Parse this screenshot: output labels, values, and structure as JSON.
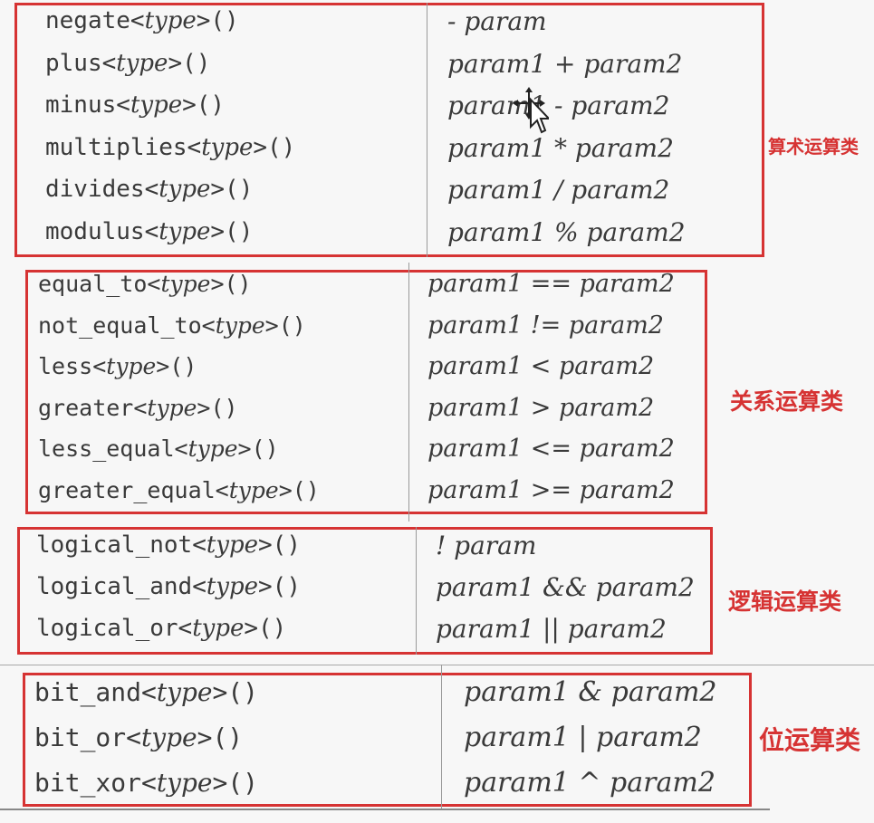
{
  "sections": [
    {
      "id": "arithmetic",
      "label": "算术运算类",
      "rows": [
        {
          "name": "negate",
          "type": "type",
          "suffix": ">()",
          "expr": "- param"
        },
        {
          "name": "plus",
          "type": "type",
          "suffix": ">()",
          "expr": "param1 + param2"
        },
        {
          "name": "minus",
          "type": "type",
          "suffix": ">()",
          "expr": "param1 - param2"
        },
        {
          "name": "multiplies",
          "type": "type",
          "suffix": ">()",
          "expr": "param1 * param2"
        },
        {
          "name": "divides",
          "type": "type",
          "suffix": ">()",
          "expr": "param1 / param2"
        },
        {
          "name": "modulus",
          "type": "type",
          "suffix": ">()",
          "expr": "param1 % param2"
        }
      ]
    },
    {
      "id": "relational",
      "label": "关系运算类",
      "rows": [
        {
          "name": "equal_to",
          "type": "type",
          "suffix": ">()",
          "expr": "param1 == param2"
        },
        {
          "name": "not_equal_to",
          "type": "type",
          "suffix": ">()",
          "expr": "param1 != param2"
        },
        {
          "name": "less",
          "type": "type",
          "suffix": ">()",
          "expr": "param1 < param2"
        },
        {
          "name": "greater",
          "type": "type",
          "suffix": ">()",
          "expr": "param1 > param2"
        },
        {
          "name": "less_equal",
          "type": "type",
          "suffix": ">()",
          "expr": "param1 <= param2"
        },
        {
          "name": "greater_equal",
          "type": "type",
          "suffix": ">()",
          "expr": "param1 >= param2"
        }
      ]
    },
    {
      "id": "logical",
      "label": "逻辑运算类",
      "rows": [
        {
          "name": "logical_not",
          "type": "type",
          "suffix": ">()",
          "expr": "! param"
        },
        {
          "name": "logical_and",
          "type": "type",
          "suffix": ">()",
          "expr": "param1 && param2"
        },
        {
          "name": "logical_or",
          "type": "type",
          "suffix": ">()",
          "expr": "param1 || param2"
        }
      ]
    },
    {
      "id": "bitwise",
      "label": "位运算类",
      "rows": [
        {
          "name": "bit_and",
          "type": "type",
          "suffix": ">()",
          "expr": "param1 & param2"
        },
        {
          "name": "bit_or",
          "type": "type",
          "suffix": ">()",
          "expr": "param1 | param2"
        },
        {
          "name": "bit_xor",
          "type": "type",
          "suffix": ">()",
          "expr": "param1 ^ param2"
        }
      ]
    }
  ]
}
